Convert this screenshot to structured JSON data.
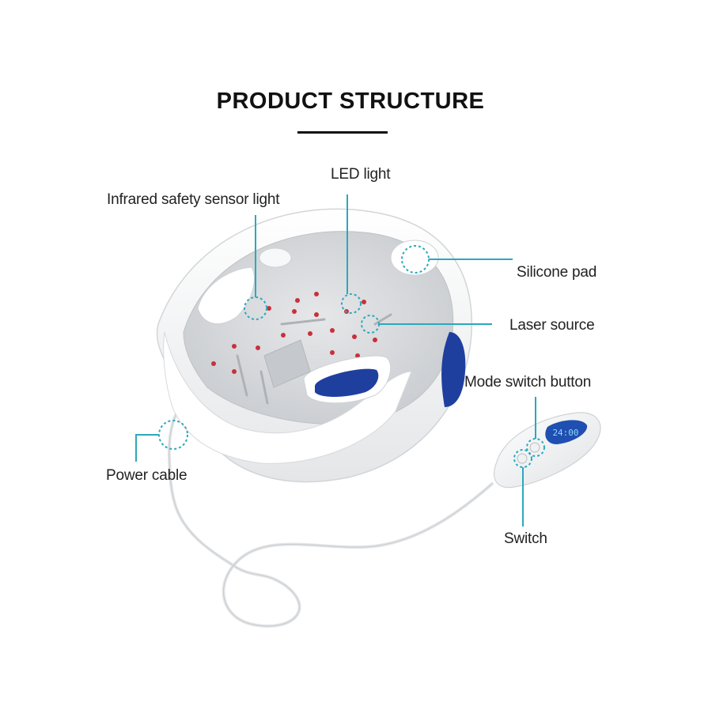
{
  "title": "PRODUCT STRUCTURE",
  "labels": {
    "infrared_sensor": "Infrared safety sensor light",
    "led_light": "LED light",
    "silicone_pad": "Silicone pad",
    "laser_source": "Laser source",
    "mode_switch": "Mode switch button",
    "power_cable": "Power cable",
    "switch": "Switch"
  },
  "remote_display": "24:00",
  "colors": {
    "callout": "#2aa9bd",
    "accent_blue": "#1f3f9f",
    "led_red": "#c8303c",
    "shell": "#f4f5f6",
    "inner": "#d9dbdd"
  }
}
